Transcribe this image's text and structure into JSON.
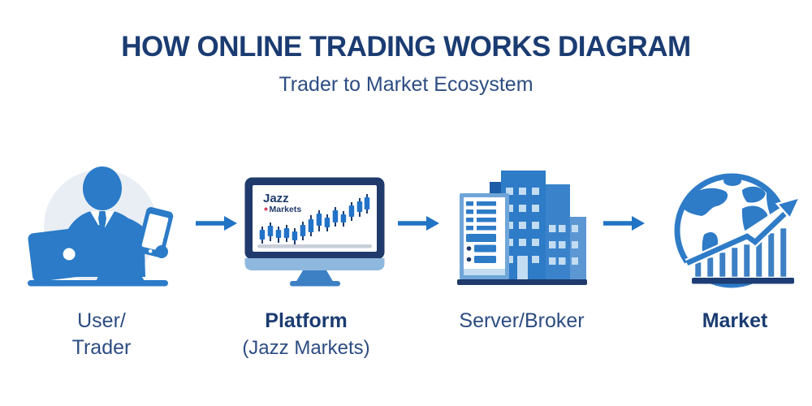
{
  "header": {
    "title": "HOW ONLINE TRADING WORKS DIAGRAM",
    "subtitle": "Trader to Market Ecosystem"
  },
  "flow": {
    "nodes": [
      {
        "id": "user-trader",
        "icon": "trader-with-laptop-and-phone-icon",
        "line1": "User/",
        "line2": "Trader"
      },
      {
        "id": "platform",
        "icon": "trading-platform-monitor-icon",
        "line1": "Platform",
        "line2": "(Jazz Markets)"
      },
      {
        "id": "server-broker",
        "icon": "server-broker-buildings-icon",
        "line1": "Server/Broker",
        "line2": ""
      },
      {
        "id": "market",
        "icon": "market-globe-growth-icon",
        "line1": "Market",
        "line2": ""
      }
    ],
    "connector": "right-arrow"
  },
  "platform_screen": {
    "brand_line1": "Jazz",
    "brand_line2": "Markets"
  },
  "colors": {
    "title_navy": "#1B3C72",
    "label_blue": "#2C4C82",
    "icon_blue": "#2B7BC8",
    "arrow_blue": "#2173C5",
    "monitor_navy": "#1F3A6B",
    "light_blue": "#8FB8DE",
    "pale_window": "#C2DCF2",
    "circle_bg": "#E9EEF5",
    "brand_red": "#D6415F",
    "baseline_gray": "#C9CFD8",
    "mid_blue": "#3D80C4",
    "build_blue": "#2E7BC7"
  }
}
